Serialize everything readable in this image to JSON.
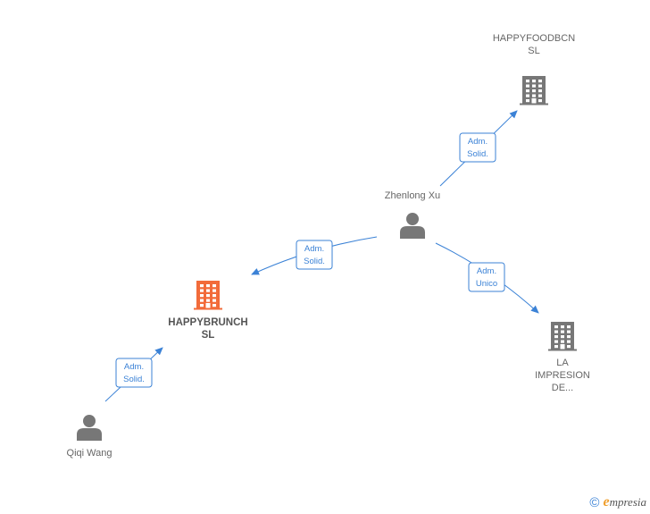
{
  "colors": {
    "edge": "#3b82d6",
    "node_default": "#777777",
    "node_focus": "#f26b3a",
    "brand_accent": "#f0a030"
  },
  "nodes": [
    {
      "id": "happyfoodbcn",
      "kind": "company",
      "label_lines": [
        "HAPPYFOODBCN",
        "SL"
      ],
      "icon": "building-icon",
      "focus": false
    },
    {
      "id": "zhenlong",
      "kind": "person",
      "label_lines": [
        "Zhenlong Xu"
      ],
      "icon": "person-icon",
      "focus": false
    },
    {
      "id": "happybrunch",
      "kind": "company",
      "label_lines": [
        "HAPPYBRUNCH",
        "SL"
      ],
      "icon": "building-icon",
      "focus": true
    },
    {
      "id": "laimpresion",
      "kind": "company",
      "label_lines": [
        "LA",
        "IMPRESION",
        "DE..."
      ],
      "icon": "building-icon",
      "focus": false
    },
    {
      "id": "qiqi",
      "kind": "person",
      "label_lines": [
        "Qiqi Wang"
      ],
      "icon": "person-icon",
      "focus": false
    }
  ],
  "edges": [
    {
      "from": "zhenlong",
      "to": "happyfoodbcn",
      "label_lines": [
        "Adm.",
        "Solid."
      ]
    },
    {
      "from": "zhenlong",
      "to": "happybrunch",
      "label_lines": [
        "Adm.",
        "Solid."
      ]
    },
    {
      "from": "zhenlong",
      "to": "laimpresion",
      "label_lines": [
        "Adm.",
        "Unico"
      ]
    },
    {
      "from": "qiqi",
      "to": "happybrunch",
      "label_lines": [
        "Adm.",
        "Solid."
      ]
    }
  ],
  "brand": {
    "copyright": "©",
    "initial": "e",
    "name": "mpresia"
  }
}
